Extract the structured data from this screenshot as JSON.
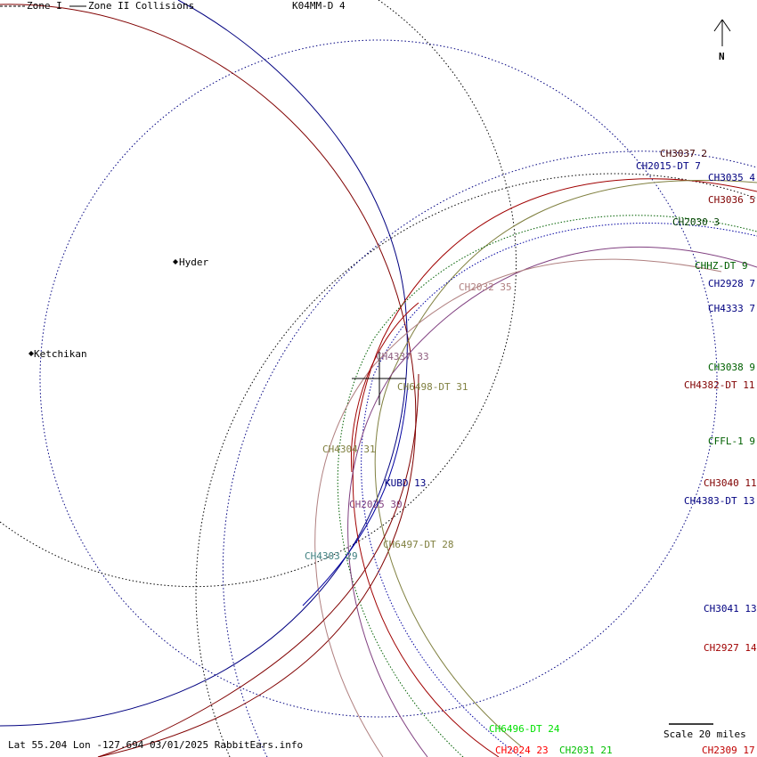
{
  "legend": {
    "zone1": "Zone I",
    "zone2": "Zone II Collisions"
  },
  "north": "N",
  "cities": [
    {
      "name": "Hyder"
    },
    {
      "name": "Ketchikan"
    }
  ],
  "footer": {
    "info": "Lat 55.204 Lon -127.694 03/01/2025 RabbitEars.info",
    "scale": "Scale 20 miles"
  },
  "labels": [
    {
      "text": "K04MM-D 4",
      "color": "#000000"
    },
    {
      "text": "CH3037 2",
      "color": "#400000"
    },
    {
      "text": "CH2015-DT 7",
      "color": "#000080"
    },
    {
      "text": "CH3035 4",
      "color": "#000080"
    },
    {
      "text": "CH3036 5",
      "color": "#800000"
    },
    {
      "text": "CH2030 3",
      "color": "#004000"
    },
    {
      "text": "CHHZ-DT 9",
      "color": "#006000"
    },
    {
      "text": "CH2928 7",
      "color": "#000080"
    },
    {
      "text": "CH4333 7",
      "color": "#000080"
    },
    {
      "text": "CH2032 35",
      "color": "#b08080"
    },
    {
      "text": "CH4337 33",
      "color": "#906080"
    },
    {
      "text": "CH3038 9",
      "color": "#006000"
    },
    {
      "text": "CH4382-DT 11",
      "color": "#800000"
    },
    {
      "text": "CH6498-DT 31",
      "color": "#808040"
    },
    {
      "text": "CFFL-1 9",
      "color": "#006000"
    },
    {
      "text": "CH3040 11",
      "color": "#800000"
    },
    {
      "text": "CH4383-DT 13",
      "color": "#000080"
    },
    {
      "text": "CH4304 31",
      "color": "#808040"
    },
    {
      "text": "KUBD 13",
      "color": "#000080"
    },
    {
      "text": "CH2025 30",
      "color": "#804080"
    },
    {
      "text": "CH6497-DT 28",
      "color": "#808040"
    },
    {
      "text": "CH4303 29",
      "color": "#408080"
    },
    {
      "text": "CH3041 13",
      "color": "#000080"
    },
    {
      "text": "CH2927 14",
      "color": "#a00000"
    },
    {
      "text": "CH6496-DT 24",
      "color": "#00e000"
    },
    {
      "text": "CH2024 23",
      "color": "#ff0000"
    },
    {
      "text": "CH2031 21",
      "color": "#00c000"
    },
    {
      "text": "CH2309 17",
      "color": "#c00000"
    }
  ]
}
